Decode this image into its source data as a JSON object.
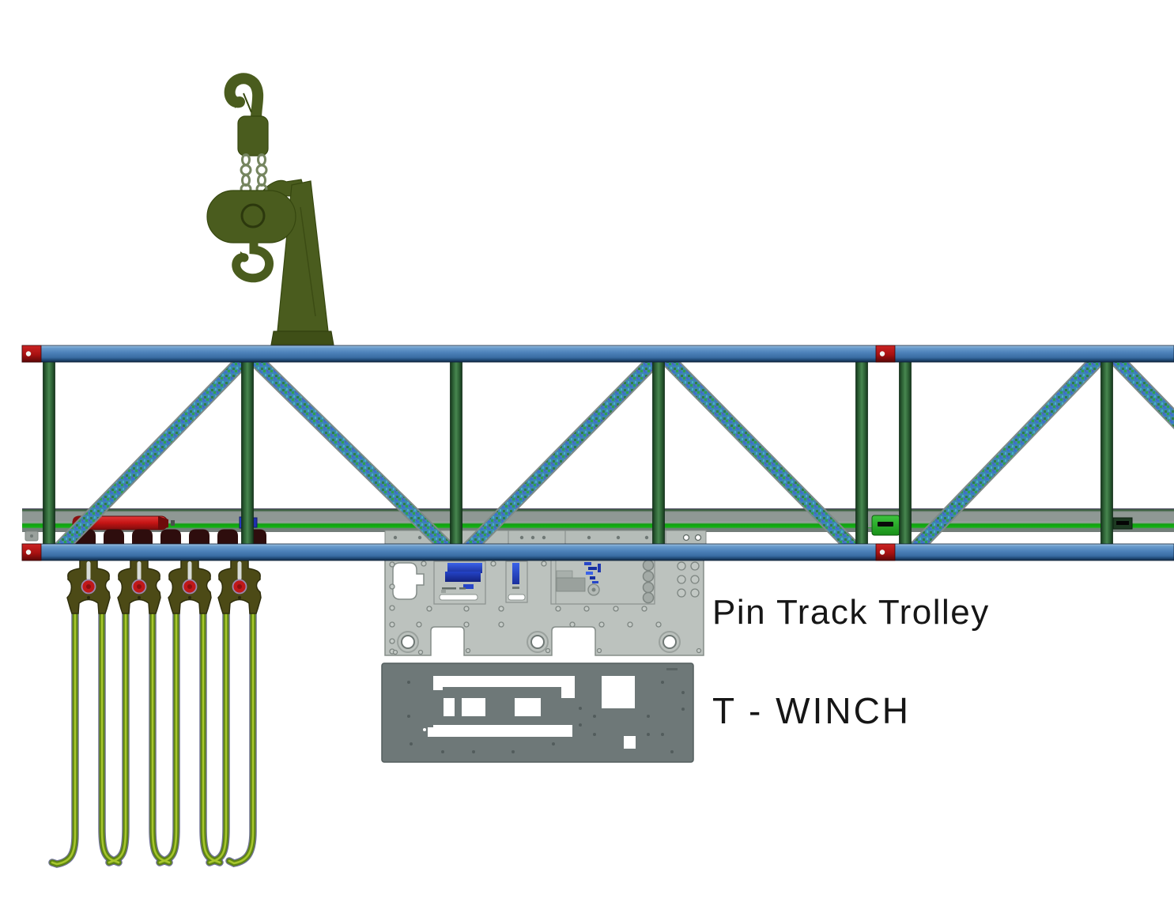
{
  "labels": {
    "pin_track_trolley": "Pin Track Trolley",
    "t_winch": "T - WINCH"
  },
  "structure": {
    "trolley_clamp_count": 4,
    "hanging_hook_rod_count": 8,
    "truss_post_count": 7,
    "truss_diagonal_count": 6,
    "truss_sections": 2
  },
  "colors": {
    "background": "#ffffff",
    "truss_chord_blue": "#4b80b8",
    "truss_post_green": "#2f6b38",
    "diagonal_teal": "#3f86b0",
    "rail_gray": "#8f9894",
    "rail_green_line": "#12a012",
    "end_cap_red": "#aa1111",
    "joint_connector_green": "#28b428",
    "hoist_olive": "#4a5c1e",
    "clamp_olive": "#4c4a16",
    "clamp_pin_red": "#c01818",
    "rod_yellow_green": "#7fa41c",
    "hanger_arch_maroon": "#2e0d0d",
    "trolley_plate_gray": "#bcc2be",
    "winch_plate_gray": "#6e7878",
    "detail_blue": "#2a50d8",
    "rail_red_bar": "#c41414",
    "label_text": "#161616"
  }
}
